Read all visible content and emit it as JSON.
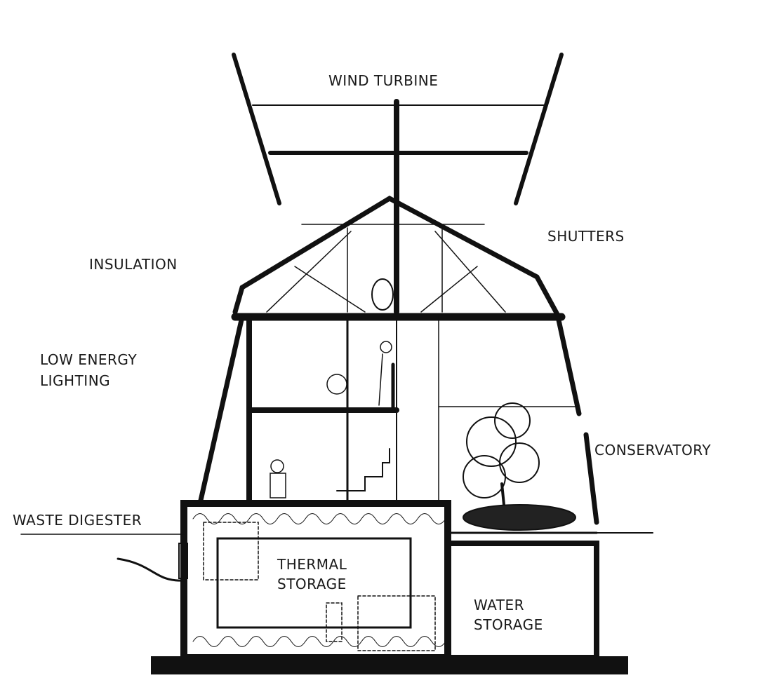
{
  "labels": {
    "wind_turbine": "WIND TURBINE",
    "shutters": "SHUTTERS",
    "insulation": "INSULATION",
    "low_energy_lighting": [
      "LOW ENERGY",
      "LIGHTING"
    ],
    "conservatory": "CONSERVATORY",
    "waste_digester": "WASTE DIGESTER",
    "thermal_storage": [
      "THERMAL",
      "STORAGE"
    ],
    "water_storage": [
      "WATER",
      "STORAGE"
    ]
  },
  "colors": {
    "ink": "#111111",
    "background": "#ffffff"
  }
}
